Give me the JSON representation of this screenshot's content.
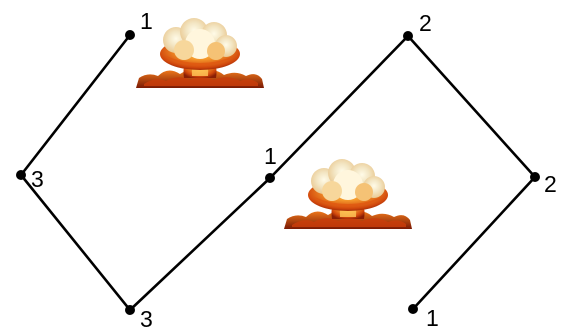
{
  "diagram": {
    "nodes": [
      {
        "id": "n1",
        "label": "1"
      },
      {
        "id": "n2",
        "label": "3"
      },
      {
        "id": "n3",
        "label": "3"
      },
      {
        "id": "n4",
        "label": "1"
      },
      {
        "id": "n5",
        "label": "2"
      },
      {
        "id": "n6",
        "label": "2"
      },
      {
        "id": "n7",
        "label": "1"
      }
    ],
    "edges": [
      {
        "from": "n1",
        "to": "n2"
      },
      {
        "from": "n2",
        "to": "n3"
      },
      {
        "from": "n3",
        "to": "n4"
      },
      {
        "from": "n4",
        "to": "n5"
      },
      {
        "from": "n5",
        "to": "n6"
      },
      {
        "from": "n6",
        "to": "n7"
      }
    ],
    "icons": [
      {
        "name": "explosion-icon"
      },
      {
        "name": "explosion-icon"
      }
    ],
    "colors": {
      "line": "#000000",
      "node": "#000000",
      "fire_dark": "#8a1f05",
      "fire_mid": "#e0550f",
      "fire_bright": "#ffb23a",
      "smoke": "#f3e6c4"
    }
  }
}
